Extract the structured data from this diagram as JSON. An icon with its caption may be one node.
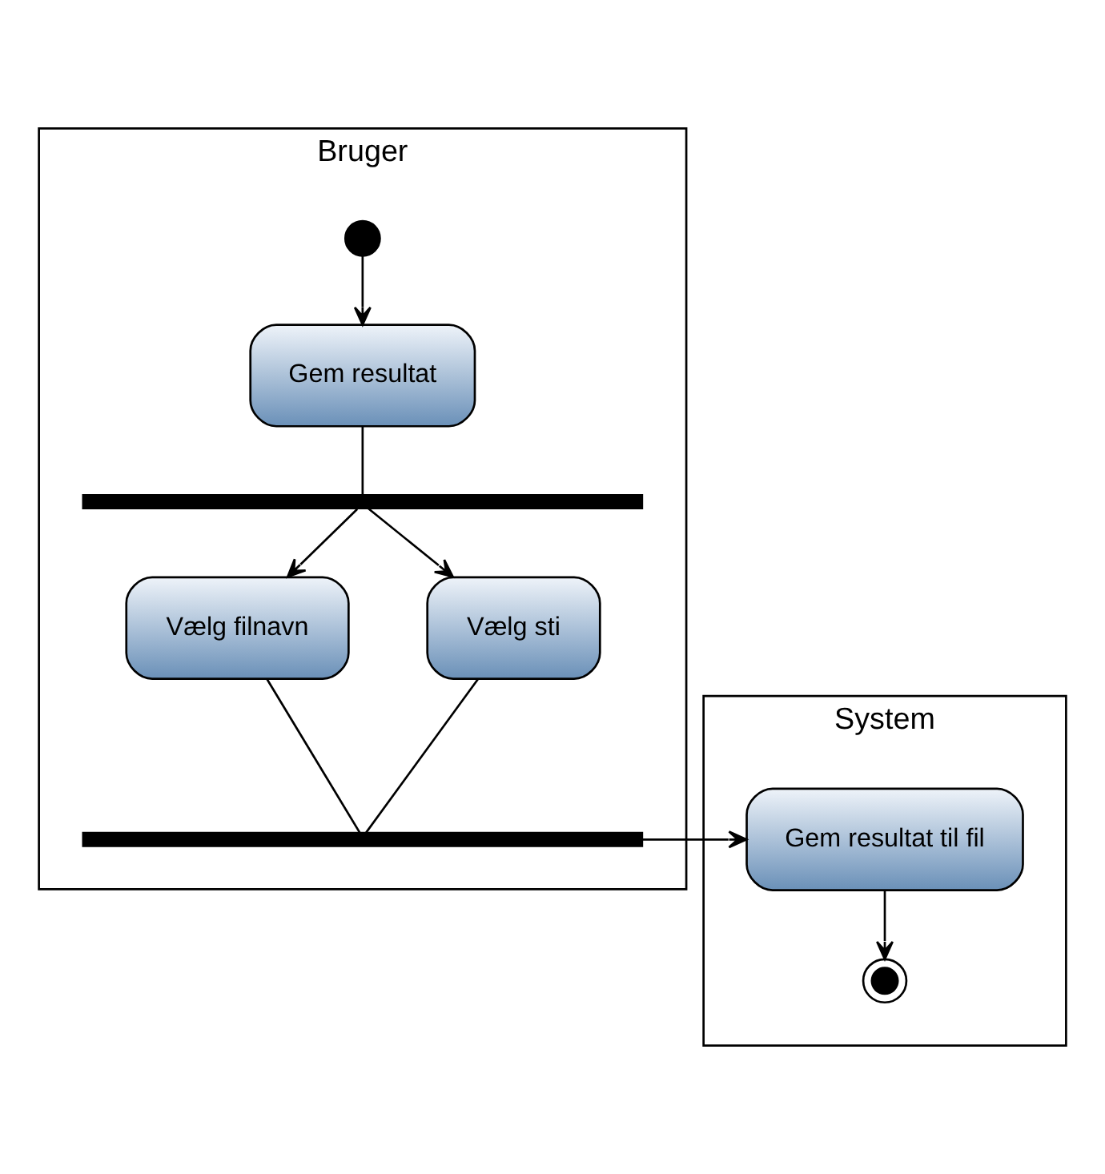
{
  "diagram": {
    "nodes": [
      {
        "text": [
          "Bruger"
        ]
      },
      {
        "text": [
          "System"
        ]
      },
      {
        "text": [],
        "shape": "circle",
        "in": 0
      },
      {
        "text": [
          "Gem resultat"
        ],
        "in": 0
      },
      {
        "text": [],
        "shape": "bar",
        "in": 0
      },
      {
        "text": [
          "Vælg filnavn"
        ],
        "in": 0
      },
      {
        "text": [
          "Vælg sti"
        ],
        "in": 0
      },
      {
        "text": [],
        "shape": "bar",
        "in": 0
      },
      {
        "text": [
          "Gem resultat til fil"
        ],
        "in": 1
      },
      {
        "text": [],
        "shape": "bullseye",
        "in": 1
      }
    ],
    "edges": [
      {
        "from": 2,
        "to": 3,
        "arrow": "to"
      },
      {
        "from": 3,
        "to": 4,
        "arrow": "none"
      },
      {
        "from": 4,
        "to": 5,
        "arrow": "to"
      },
      {
        "from": 4,
        "to": 6,
        "arrow": "to"
      },
      {
        "from": 5,
        "to": 7,
        "arrow": "none"
      },
      {
        "from": 6,
        "to": 7,
        "arrow": "none"
      },
      {
        "from": 7,
        "to": 8,
        "arrow": "to"
      },
      {
        "from": 8,
        "to": 9,
        "arrow": "to"
      }
    ]
  }
}
